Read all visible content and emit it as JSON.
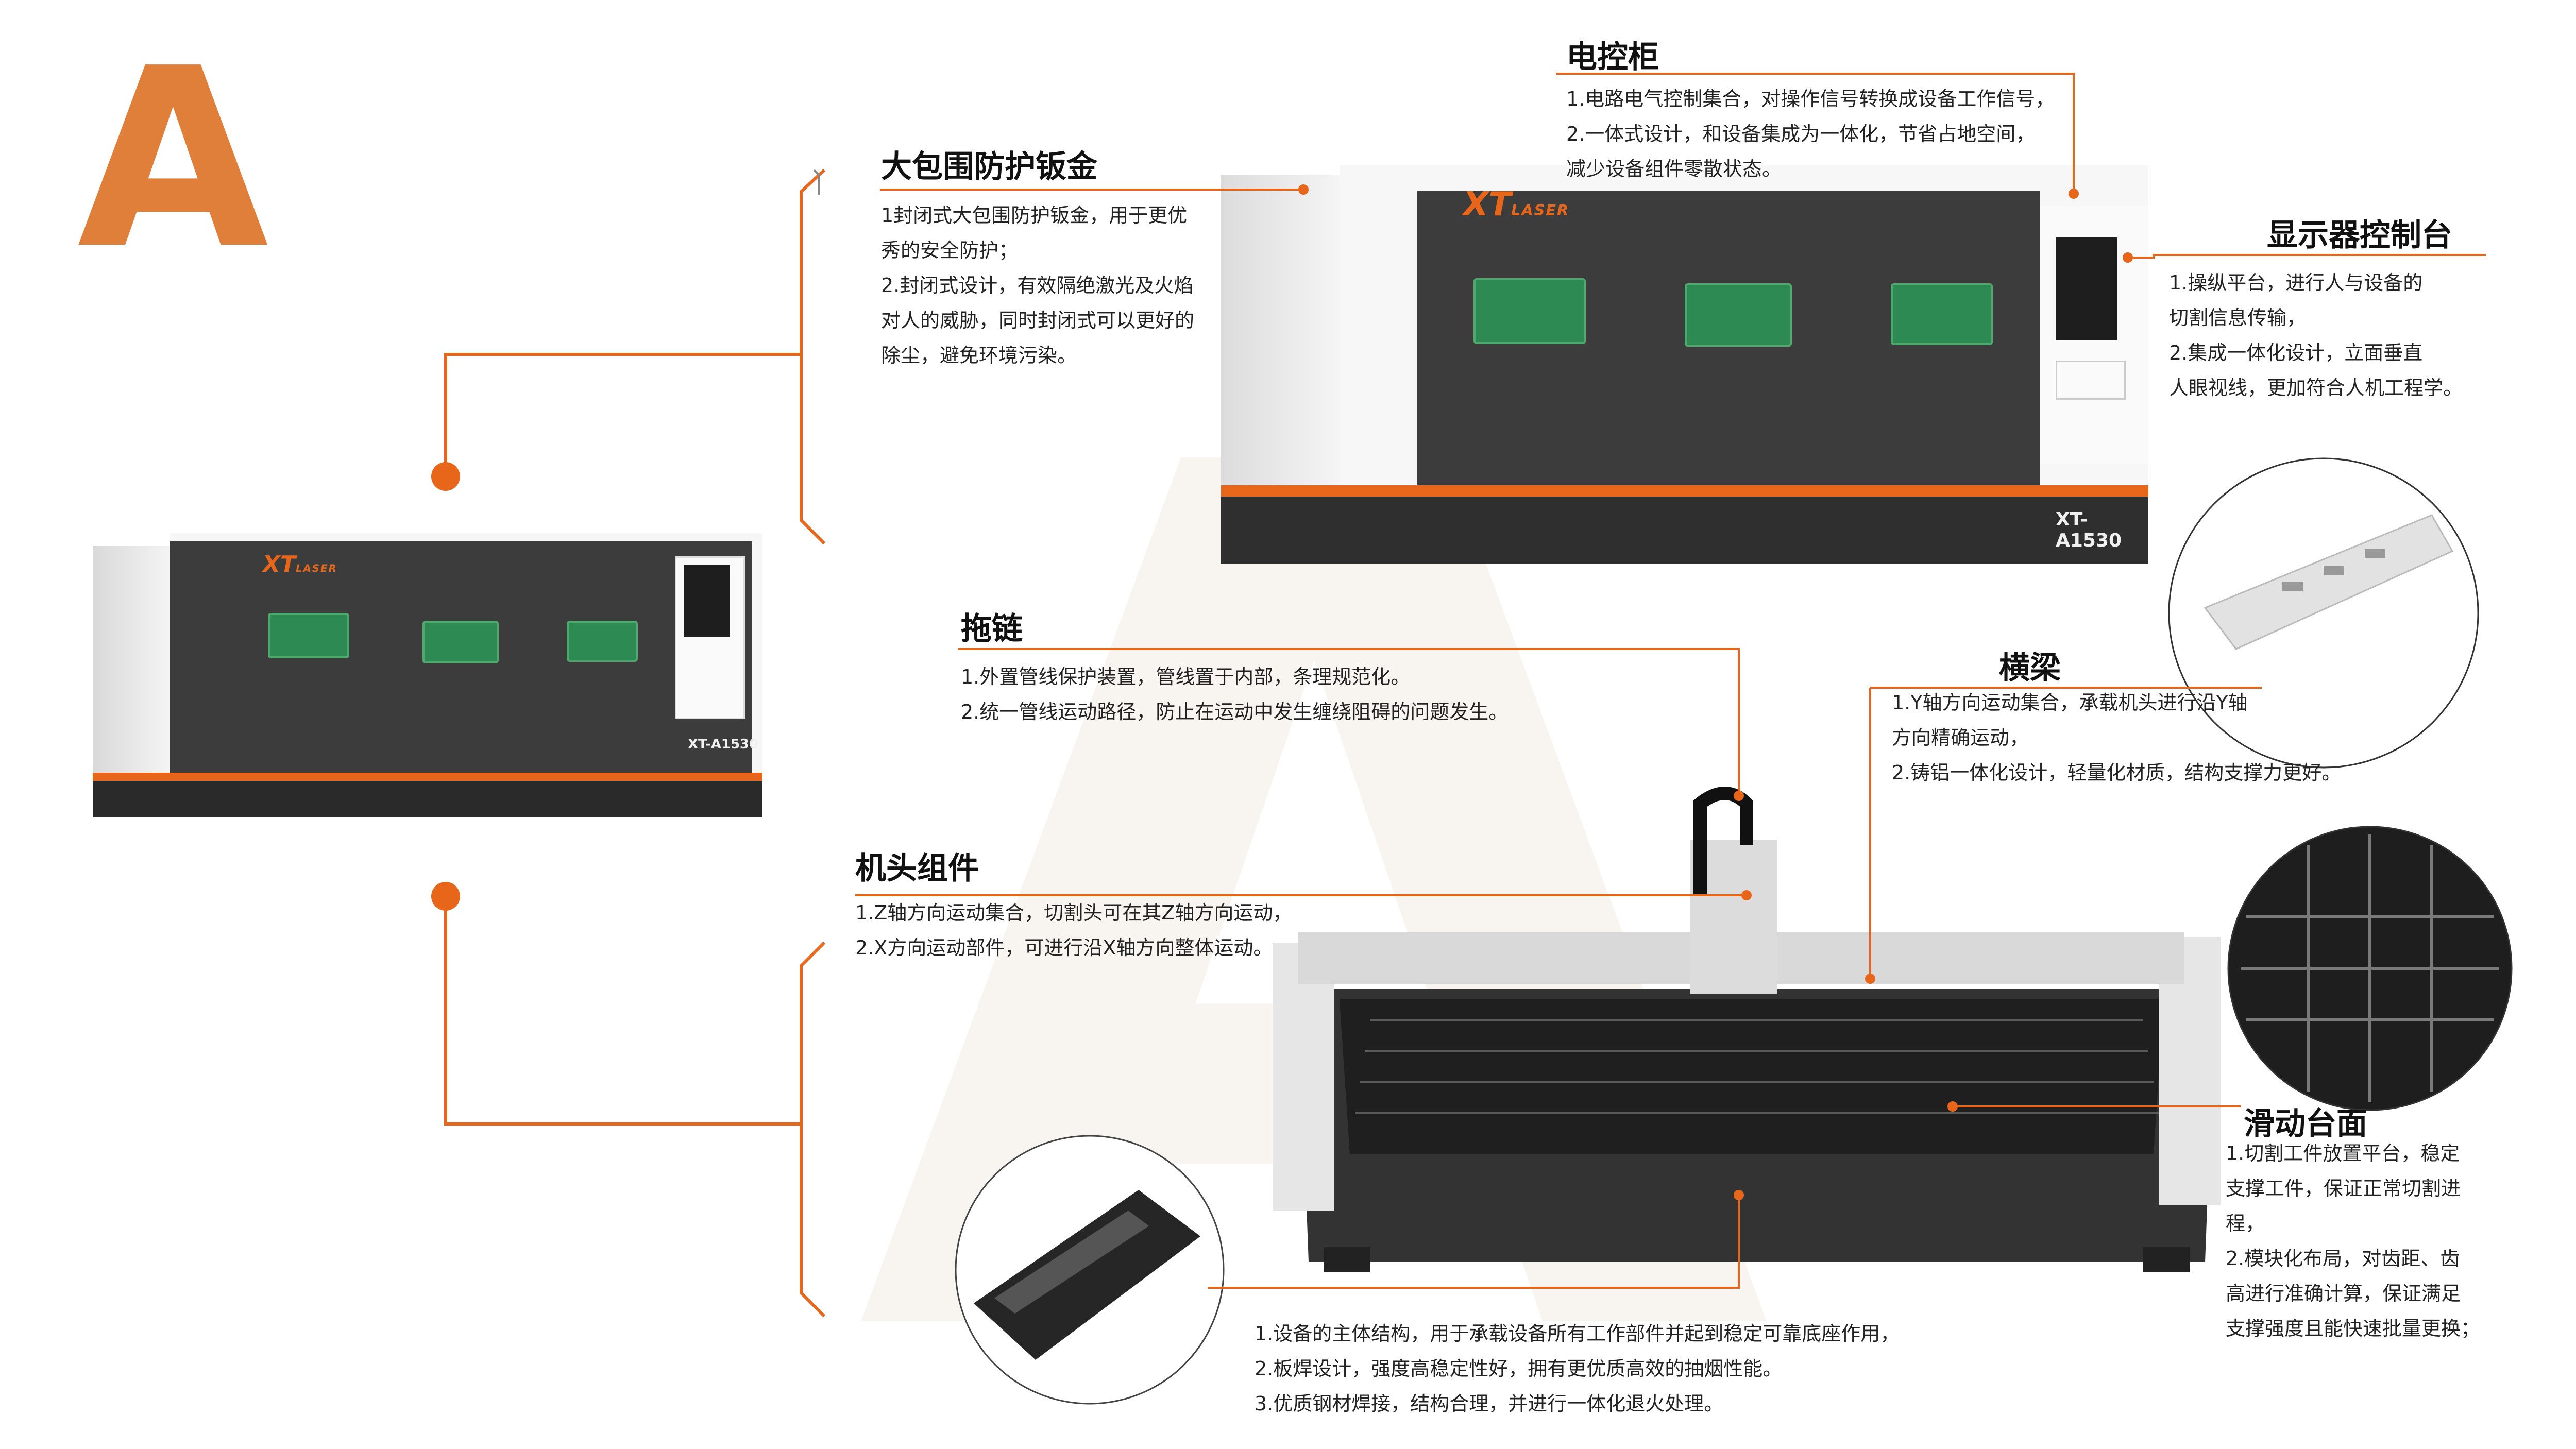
{
  "page": {
    "heading_letter": "A",
    "watermark_letter": "A"
  },
  "colors": {
    "accent": "#E8661A",
    "heading": "#E07F3A",
    "machine_body": "#3c3c3c",
    "window": "#2e8a53"
  },
  "machine": {
    "brand": "XT",
    "brand_sub": "LASER",
    "model": "XT-A1530"
  },
  "sections": {
    "cabinet": {
      "title": "电控柜",
      "lines": [
        "1.电路电气控制集合，对操作信号转换成设备工作信号，",
        "2.一体式设计，和设备集成为一体化，节省占地空间，",
        "减少设备组件零散状态。"
      ]
    },
    "enclosure": {
      "title": "大包围防护钣金",
      "lines": [
        "1封闭式大包围防护钣金，用于更优",
        "秀的安全防护；",
        "2.封闭式设计，有效隔绝激光及火焰",
        "对人的威胁，同时封闭式可以更好的",
        "除尘，避免环境污染。"
      ]
    },
    "display": {
      "title": "显示器控制台",
      "lines": [
        "1.操纵平台，进行人与设备的",
        "切割信息传输，",
        "2.集成一体化设计，立面垂直",
        "人眼视线，更加符合人机工程学。"
      ]
    },
    "drag_chain": {
      "title": "拖链",
      "lines": [
        "1.外置管线保护装置，管线置于内部，条理规范化。",
        "2.统一管线运动路径，防止在运动中发生缠绕阻碍的问题发生。"
      ]
    },
    "beam": {
      "title": "横梁",
      "lines": [
        "1.Y轴方向运动集合，承载机头进行沿Y轴",
        "方向精确运动，",
        "2.铸铝一体化设计，轻量化材质，结构支撑力更好。"
      ]
    },
    "head": {
      "title": "机头组件",
      "lines": [
        "1.Z轴方向运动集合，切割头可在其Z轴方向运动，",
        "2.X方向运动部件，可进行沿X轴方向整体运动。"
      ]
    },
    "table": {
      "title": "滑动台面",
      "lines": [
        "1.切割工件放置平台，稳定",
        "支撑工件，保证正常切割进",
        "程，",
        "2.模块化布局，对齿距、齿",
        "高进行准确计算，保证满足",
        "支撑强度且能快速批量更换；"
      ]
    },
    "bed": {
      "lines": [
        "1.设备的主体结构，用于承载设备所有工作部件并起到稳定可靠底座作用，",
        "2.板焊设计，强度高稳定性好，拥有更优质高效的抽烟性能。",
        "3.优质钢材焊接，结构合理，并进行一体化退火处理。"
      ]
    }
  }
}
